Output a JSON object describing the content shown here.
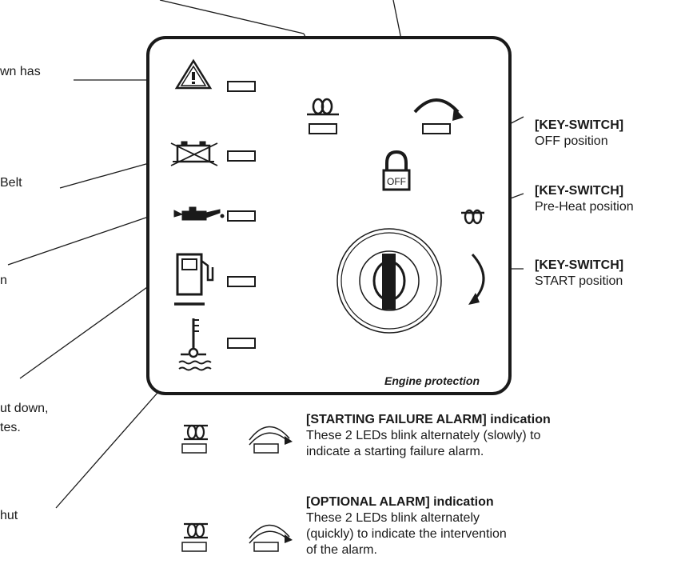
{
  "left_labels": [
    {
      "id": "general",
      "text": "wn has"
    },
    {
      "id": "battery",
      "text": "Belt"
    },
    {
      "id": "oil",
      "text": "n"
    },
    {
      "id": "temp",
      "text": "ut down,"
    },
    {
      "id": "temp2",
      "text": "tes."
    },
    {
      "id": "last",
      "text": "hut"
    }
  ],
  "key_switch": [
    {
      "id": "off",
      "title": "[KEY-SWITCH]",
      "desc": "OFF position"
    },
    {
      "id": "preheat",
      "title": "[KEY-SWITCH]",
      "desc": "Pre-Heat position"
    },
    {
      "id": "start",
      "title": "[KEY-SWITCH]",
      "desc": "START position"
    }
  ],
  "panel": {
    "caption": "Engine protection",
    "lock_text": "OFF"
  },
  "alarms": [
    {
      "id": "starting-failure",
      "title": "[STARTING FAILURE ALARM] indication",
      "lines": [
        "These 2 LEDs blink alternately (slowly) to",
        "indicate a starting failure alarm."
      ]
    },
    {
      "id": "optional",
      "title": "[OPTIONAL ALARM] indication",
      "lines": [
        "These 2 LEDs blink alternately",
        "(quickly) to indicate the intervention",
        "of the alarm."
      ]
    }
  ],
  "colors": {
    "ink": "#1a1a1a",
    "background": "#ffffff"
  },
  "icons": [
    "warning-triangle-icon",
    "battery-icon",
    "oil-can-icon",
    "fuel-pump-icon",
    "thermometer-icon",
    "glow-plug-icon",
    "start-arrow-icon",
    "padlock-icon",
    "key-switch-icon"
  ]
}
